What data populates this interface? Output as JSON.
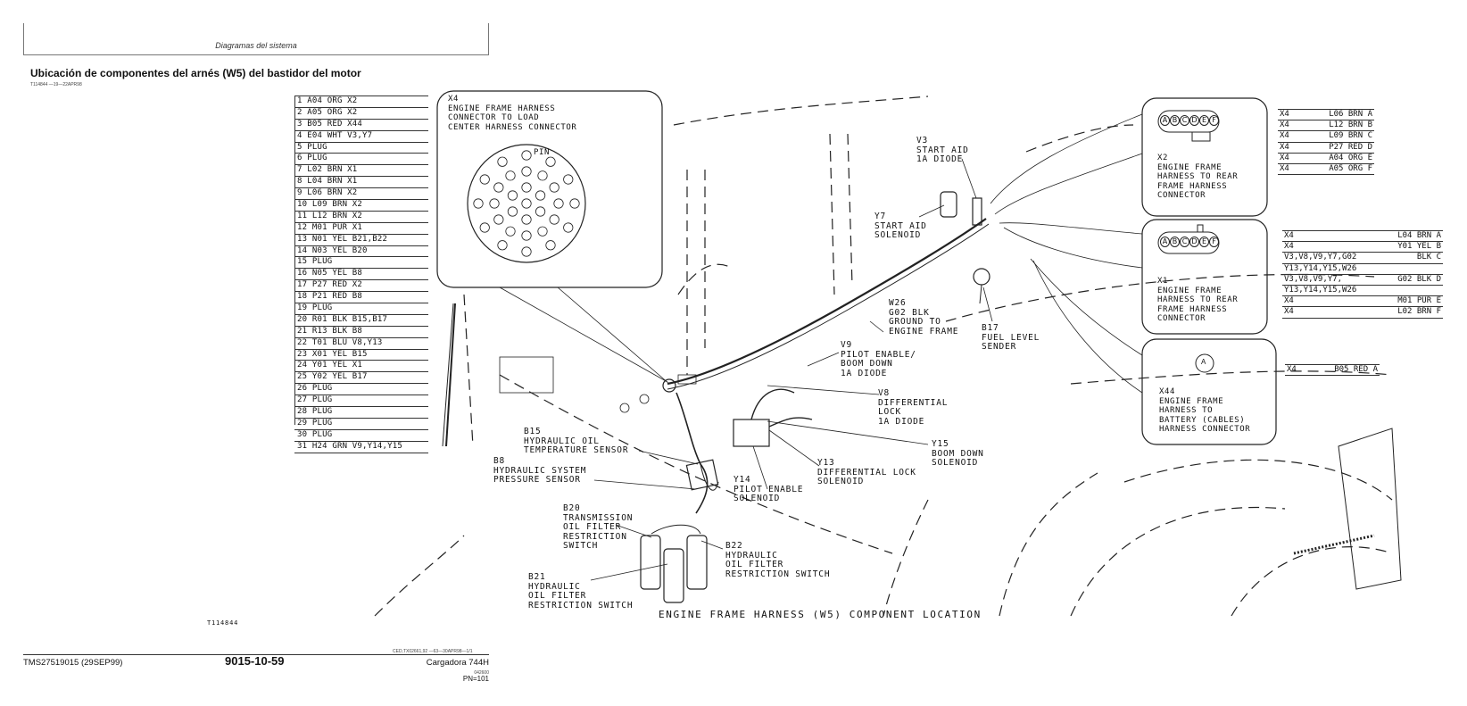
{
  "header": {
    "section": "Diagramas del sistema",
    "title": "Ubicación de componentes del arnés (W5) del bastidor del motor",
    "figure_code": "T114844 —19—22APR98"
  },
  "pin_table": [
    "1  A04 ORG  X2",
    "2  A05 ORG  X2",
    "3  B05 RED  X44",
    "4  E04 WHT  V3,Y7",
    "5  PLUG",
    "6  PLUG",
    "7  L02 BRN  X1",
    "8  L04 BRN  X1",
    "9  L06 BRN  X2",
    "10 L09 BRN  X2",
    "11 L12 BRN  X2",
    "12 M01 PUR  X1",
    "13 N01 YEL  B21,B22",
    "14 N03 YEL  B20",
    "15 PLUG",
    "16 N05 YEL  B8",
    "17 P27 RED  X2",
    "18 P21 RED  B8",
    "19 PLUG",
    "20 R01 BLK  B15,B17",
    "21 R13 BLK  B8",
    "22 T01 BLU  V8,Y13",
    "23 X01 YEL  B15",
    "24 Y01 YEL  X1",
    "25 Y02 YEL  B17",
    "26 PLUG",
    "27 PLUG",
    "28 PLUG",
    "29 PLUG",
    "30 PLUG",
    "31 H24 GRN  V9,Y14,Y15"
  ],
  "x4_box": {
    "title": "X4\nENGINE FRAME HARNESS\nCONNECTOR TO LOAD\nCENTER HARNESS CONNECTOR",
    "pin_label": "PIN"
  },
  "x2_box": {
    "title": "X2\nENGINE FRAME\nHARNESS TO REAR\nFRAME HARNESS\nCONNECTOR",
    "pins": [
      "A",
      "B",
      "C",
      "D",
      "E",
      "F"
    ]
  },
  "x1_box": {
    "title": "X1\nENGINE FRAME\nHARNESS TO REAR\nFRAME HARNESS\nCONNECTOR",
    "pins": [
      "A",
      "B",
      "C",
      "D",
      "E",
      "F"
    ]
  },
  "x44_box": {
    "title": "X44\nENGINE FRAME\nHARNESS TO\nBATTERY (CABLES)\nHARNESS CONNECTOR",
    "pin": "A"
  },
  "x2_table": [
    {
      "from": "X4",
      "wire": "L06 BRN A"
    },
    {
      "from": "X4",
      "wire": "L12 BRN B"
    },
    {
      "from": "X4",
      "wire": "L09 BRN C"
    },
    {
      "from": "X4",
      "wire": "P27 RED D"
    },
    {
      "from": "X4",
      "wire": "A04 ORG E"
    },
    {
      "from": "X4",
      "wire": "A05 ORG F"
    }
  ],
  "x1_table": [
    {
      "from": "X4",
      "wire": "L04 BRN A"
    },
    {
      "from": "X4",
      "wire": "Y01 YEL B"
    },
    {
      "from": "V3,V8,V9,Y7,G02",
      "wire": "BLK C"
    },
    {
      "from": "Y13,Y14,Y15,W26",
      "wire": ""
    },
    {
      "from": "V3,V8,V9,Y7,",
      "wire": "G02 BLK D"
    },
    {
      "from": "Y13,Y14,Y15,W26",
      "wire": ""
    },
    {
      "from": "X4",
      "wire": "M01 PUR E"
    },
    {
      "from": "X4",
      "wire": "L02 BRN F"
    }
  ],
  "x44_table": {
    "from": "X4",
    "wire": "B05 RED A"
  },
  "component_labels": {
    "v3": "V3\nSTART AID\n1A DIODE",
    "y7": "Y7\nSTART AID\nSOLENOID",
    "w26": "W26\nG02 BLK\nGROUND TO\nENGINE FRAME",
    "b17": "B17\nFUEL LEVEL\nSENDER",
    "v9": "V9\nPILOT ENABLE/\nBOOM DOWN\n1A DIODE",
    "v8": "V8\nDIFFERENTIAL\nLOCK\n1A DIODE",
    "b15": "B15\nHYDRAULIC OIL\nTEMPERATURE SENSOR",
    "b8": "B8\nHYDRAULIC SYSTEM\nPRESSURE SENSOR",
    "y15": "Y15\nBOOM DOWN\nSOLENOID",
    "y13": "Y13\nDIFFERENTIAL LOCK\nSOLENOID",
    "y14": "Y14\nPILOT ENABLE\nSOLENOID",
    "b20": "B20\nTRANSMISSION\nOIL FILTER\nRESTRICTION\nSWITCH",
    "b22": "B22\nHYDRAULIC\nOIL FILTER\nRESTRICTION SWITCH",
    "b21": "B21\nHYDRAULIC\nOIL FILTER\nRESTRICTION SWITCH"
  },
  "diagram_caption": "ENGINE FRAME HARNESS (W5) COMPONENT LOCATION",
  "figure_tag": "T114844",
  "footer": {
    "doc": "TMS27519015 (29SEP99)",
    "page": "9015-10-59",
    "model": "Cargadora 744H",
    "ref_small": "CED,TX02661,92 —63—30APR98—1/1",
    "code_small": "042600",
    "pn": "PN=101"
  }
}
